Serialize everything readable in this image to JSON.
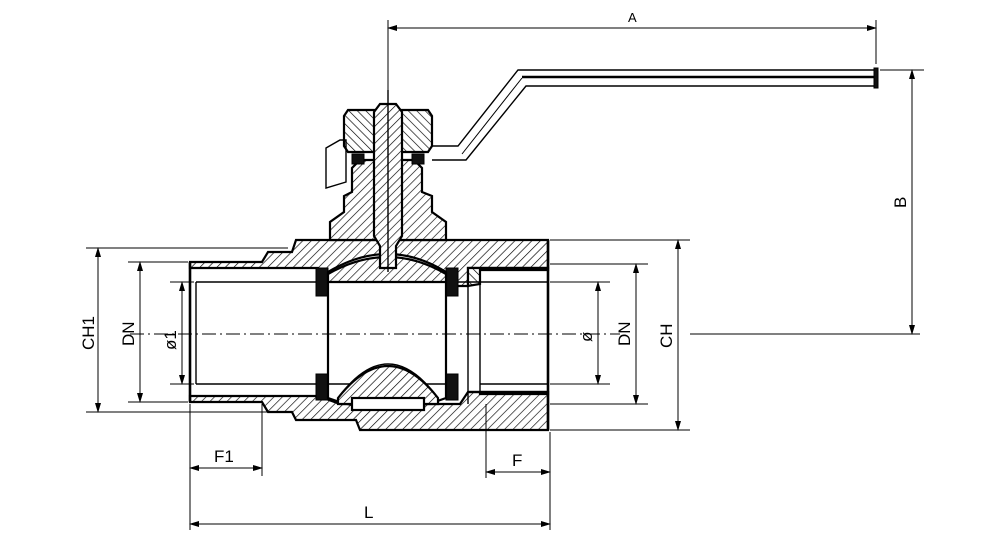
{
  "diagram": {
    "dimensions": {
      "A": "A",
      "B": "B",
      "L": "L",
      "F1": "F1",
      "F": "F",
      "CH1": "CH1",
      "CH": "CH",
      "DN_left": "DN",
      "DN_right": "DN",
      "phi1": "ø1",
      "phi": "ø"
    }
  }
}
